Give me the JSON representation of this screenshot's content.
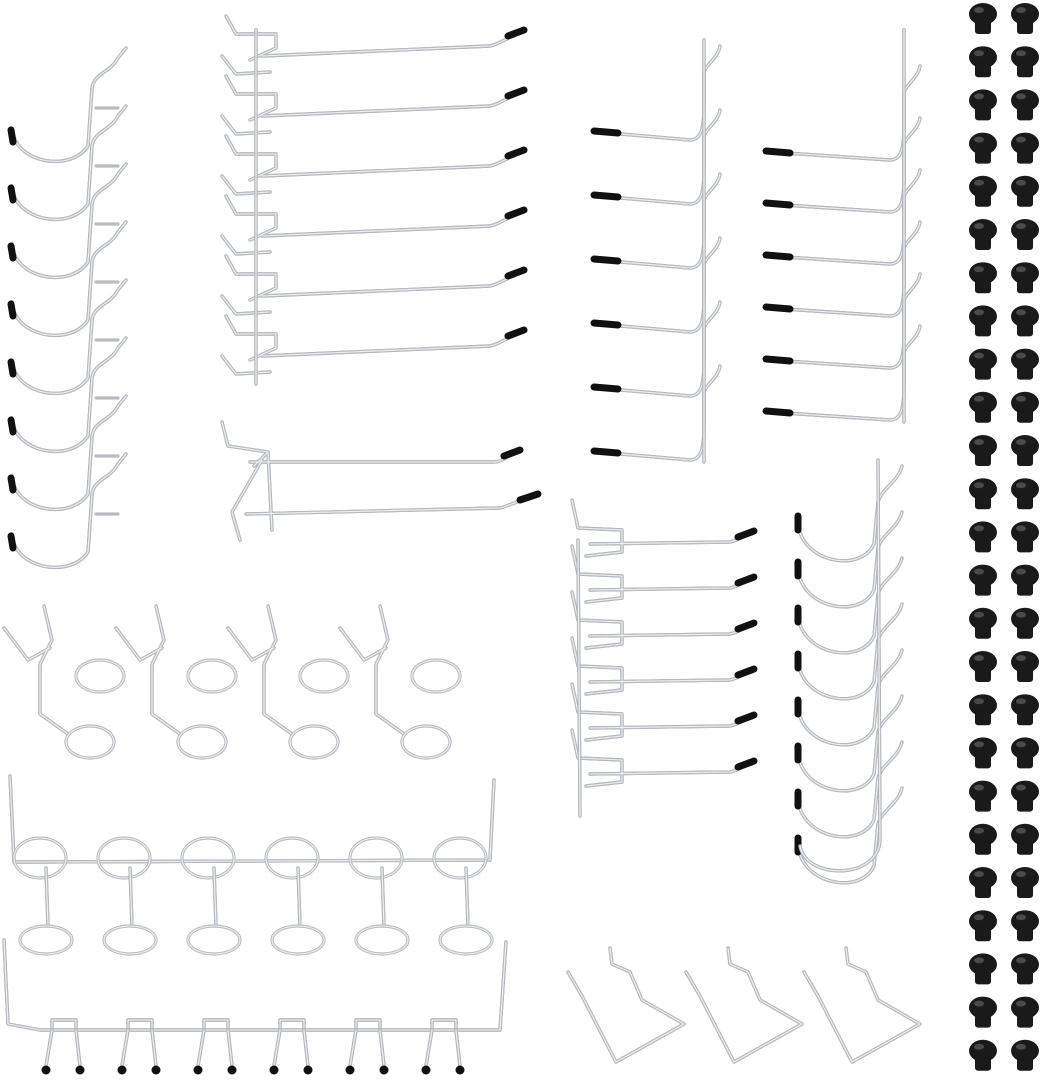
{
  "colors": {
    "background": "#ffffff",
    "steel": "#b9bcc0",
    "steel_highlight": "#eef0f2",
    "rubber_tip": "#111111",
    "bumper": "#1a1a1a"
  },
  "groups": [
    {
      "name": "j-hook-column",
      "count": 8
    },
    {
      "name": "straight-hook-set",
      "count": 6
    },
    {
      "name": "double-prong-hook",
      "count": 1
    },
    {
      "name": "l-hook-column-left",
      "count": 6
    },
    {
      "name": "l-hook-column-right",
      "count": 6
    },
    {
      "name": "angled-hook-set",
      "count": 6
    },
    {
      "name": "curved-j-hook-column",
      "count": 8
    },
    {
      "name": "ring-holder",
      "count": 4
    },
    {
      "name": "multi-ring-rack",
      "count": 1
    },
    {
      "name": "multi-prong-rack",
      "count": 1
    },
    {
      "name": "bent-clip",
      "count": 3
    },
    {
      "name": "rubber-bumper",
      "count": 50
    }
  ]
}
